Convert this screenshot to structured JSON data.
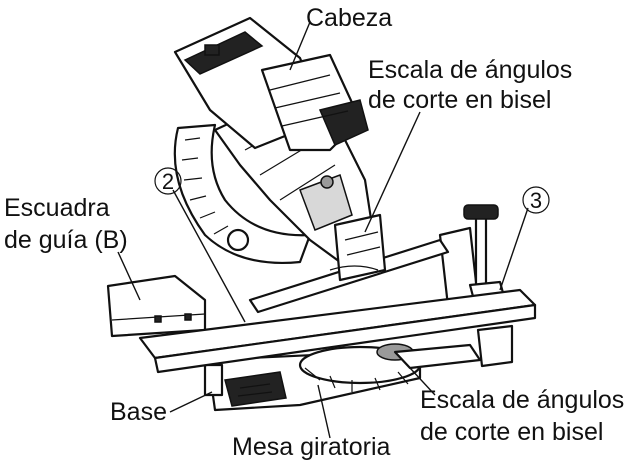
{
  "labels": {
    "cabeza": "Cabeza",
    "bevel_scale_top_1": "Escala de ángulos",
    "bevel_scale_top_2": "de corte en bisel",
    "fence_1": "Escuadra",
    "fence_2": "de guía (B)",
    "base": "Base",
    "turntable": "Mesa giratoria",
    "bevel_scale_bottom_1": "Escala de ángulos",
    "bevel_scale_bottom_2": "de corte en bisel"
  },
  "callouts": {
    "two": "2",
    "three": "3"
  }
}
